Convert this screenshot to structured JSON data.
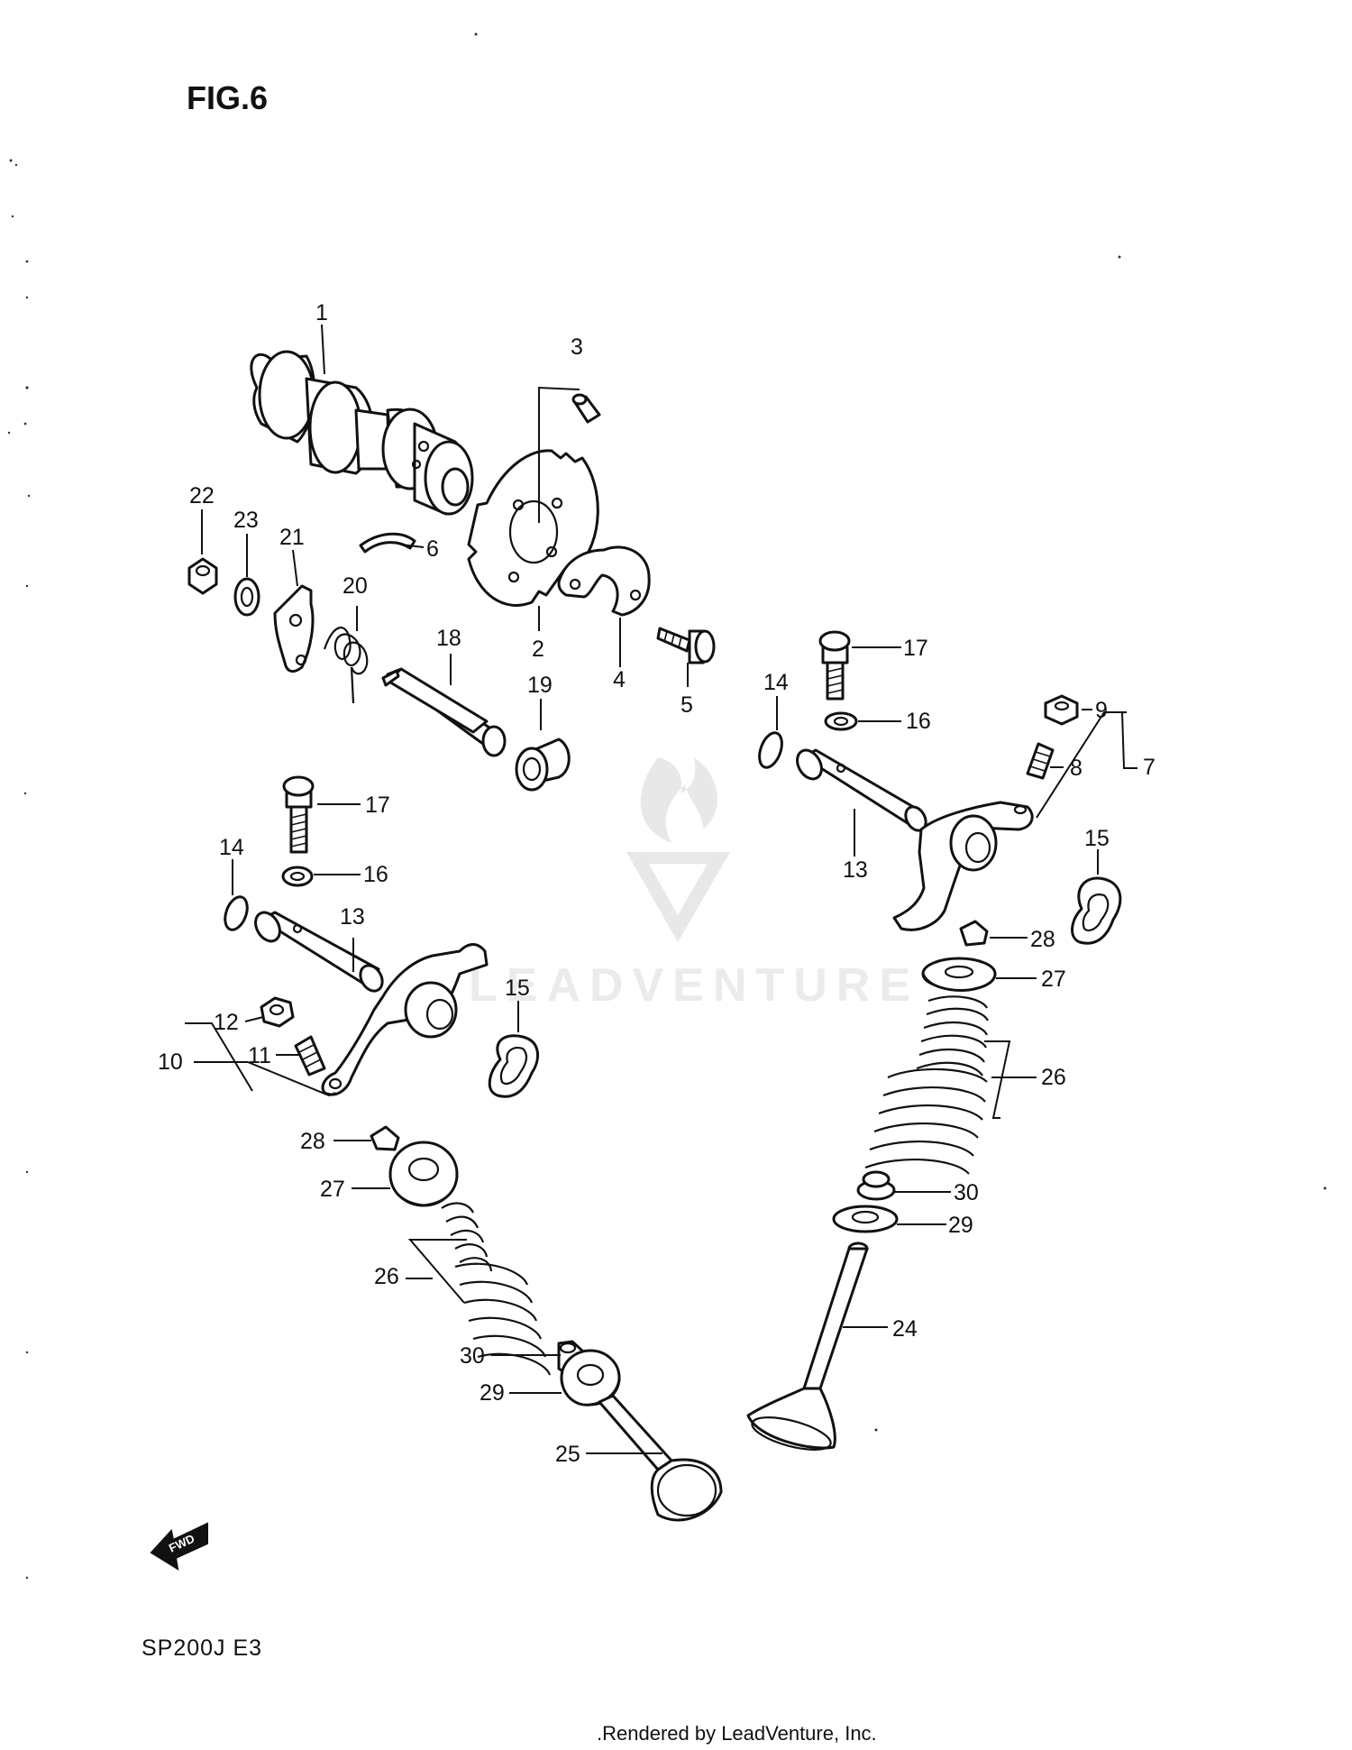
{
  "figure": {
    "title": "FIG.6",
    "model": "SP200J  E3",
    "credit": ".Rendered by LeadVenture, Inc.",
    "watermark": "LEADVENTURE",
    "fwd_label": "FWD"
  },
  "callouts": {
    "c1": "1",
    "c2": "2",
    "c3": "3",
    "c4": "4",
    "c5": "5",
    "c6": "6",
    "c7": "7",
    "c8": "8",
    "c9": "9",
    "c10": "10",
    "c11": "11",
    "c12": "12",
    "c13a": "13",
    "c13b": "13",
    "c14a": "14",
    "c14b": "14",
    "c15a": "15",
    "c15b": "15",
    "c16a": "16",
    "c16b": "16",
    "c17a": "17",
    "c17b": "17",
    "c18": "18",
    "c19": "19",
    "c20": "20",
    "c21": "21",
    "c22": "22",
    "c23": "23",
    "c24": "24",
    "c25": "25",
    "c26a": "26",
    "c26b": "26",
    "c27a": "27",
    "c27b": "27",
    "c28a": "28",
    "c28b": "28",
    "c29a": "29",
    "c29b": "29",
    "c30a": "30",
    "c30b": "30"
  }
}
